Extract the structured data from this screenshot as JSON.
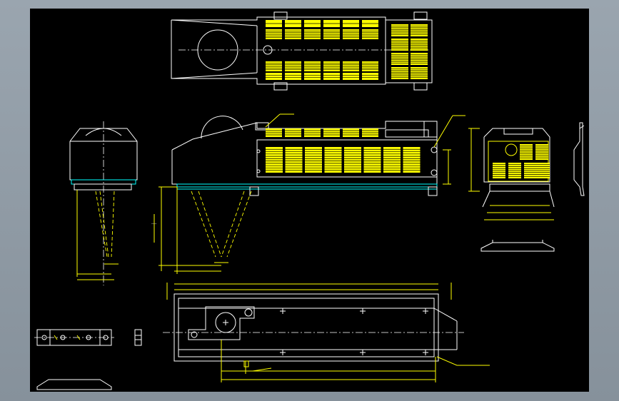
{
  "window": {
    "background_color": "#8e99a3",
    "canvas_color": "#000000",
    "line_colors": {
      "primary": "#ffff00",
      "outline": "#ffffff",
      "accent": "#00ffff"
    }
  },
  "drawing": {
    "views": [
      "top-view",
      "front-view",
      "left-side-view",
      "right-side-view",
      "base-plate-plan",
      "mounting-bracket-detail",
      "small-block-detail",
      "profile-left-bottom",
      "profile-right"
    ]
  }
}
